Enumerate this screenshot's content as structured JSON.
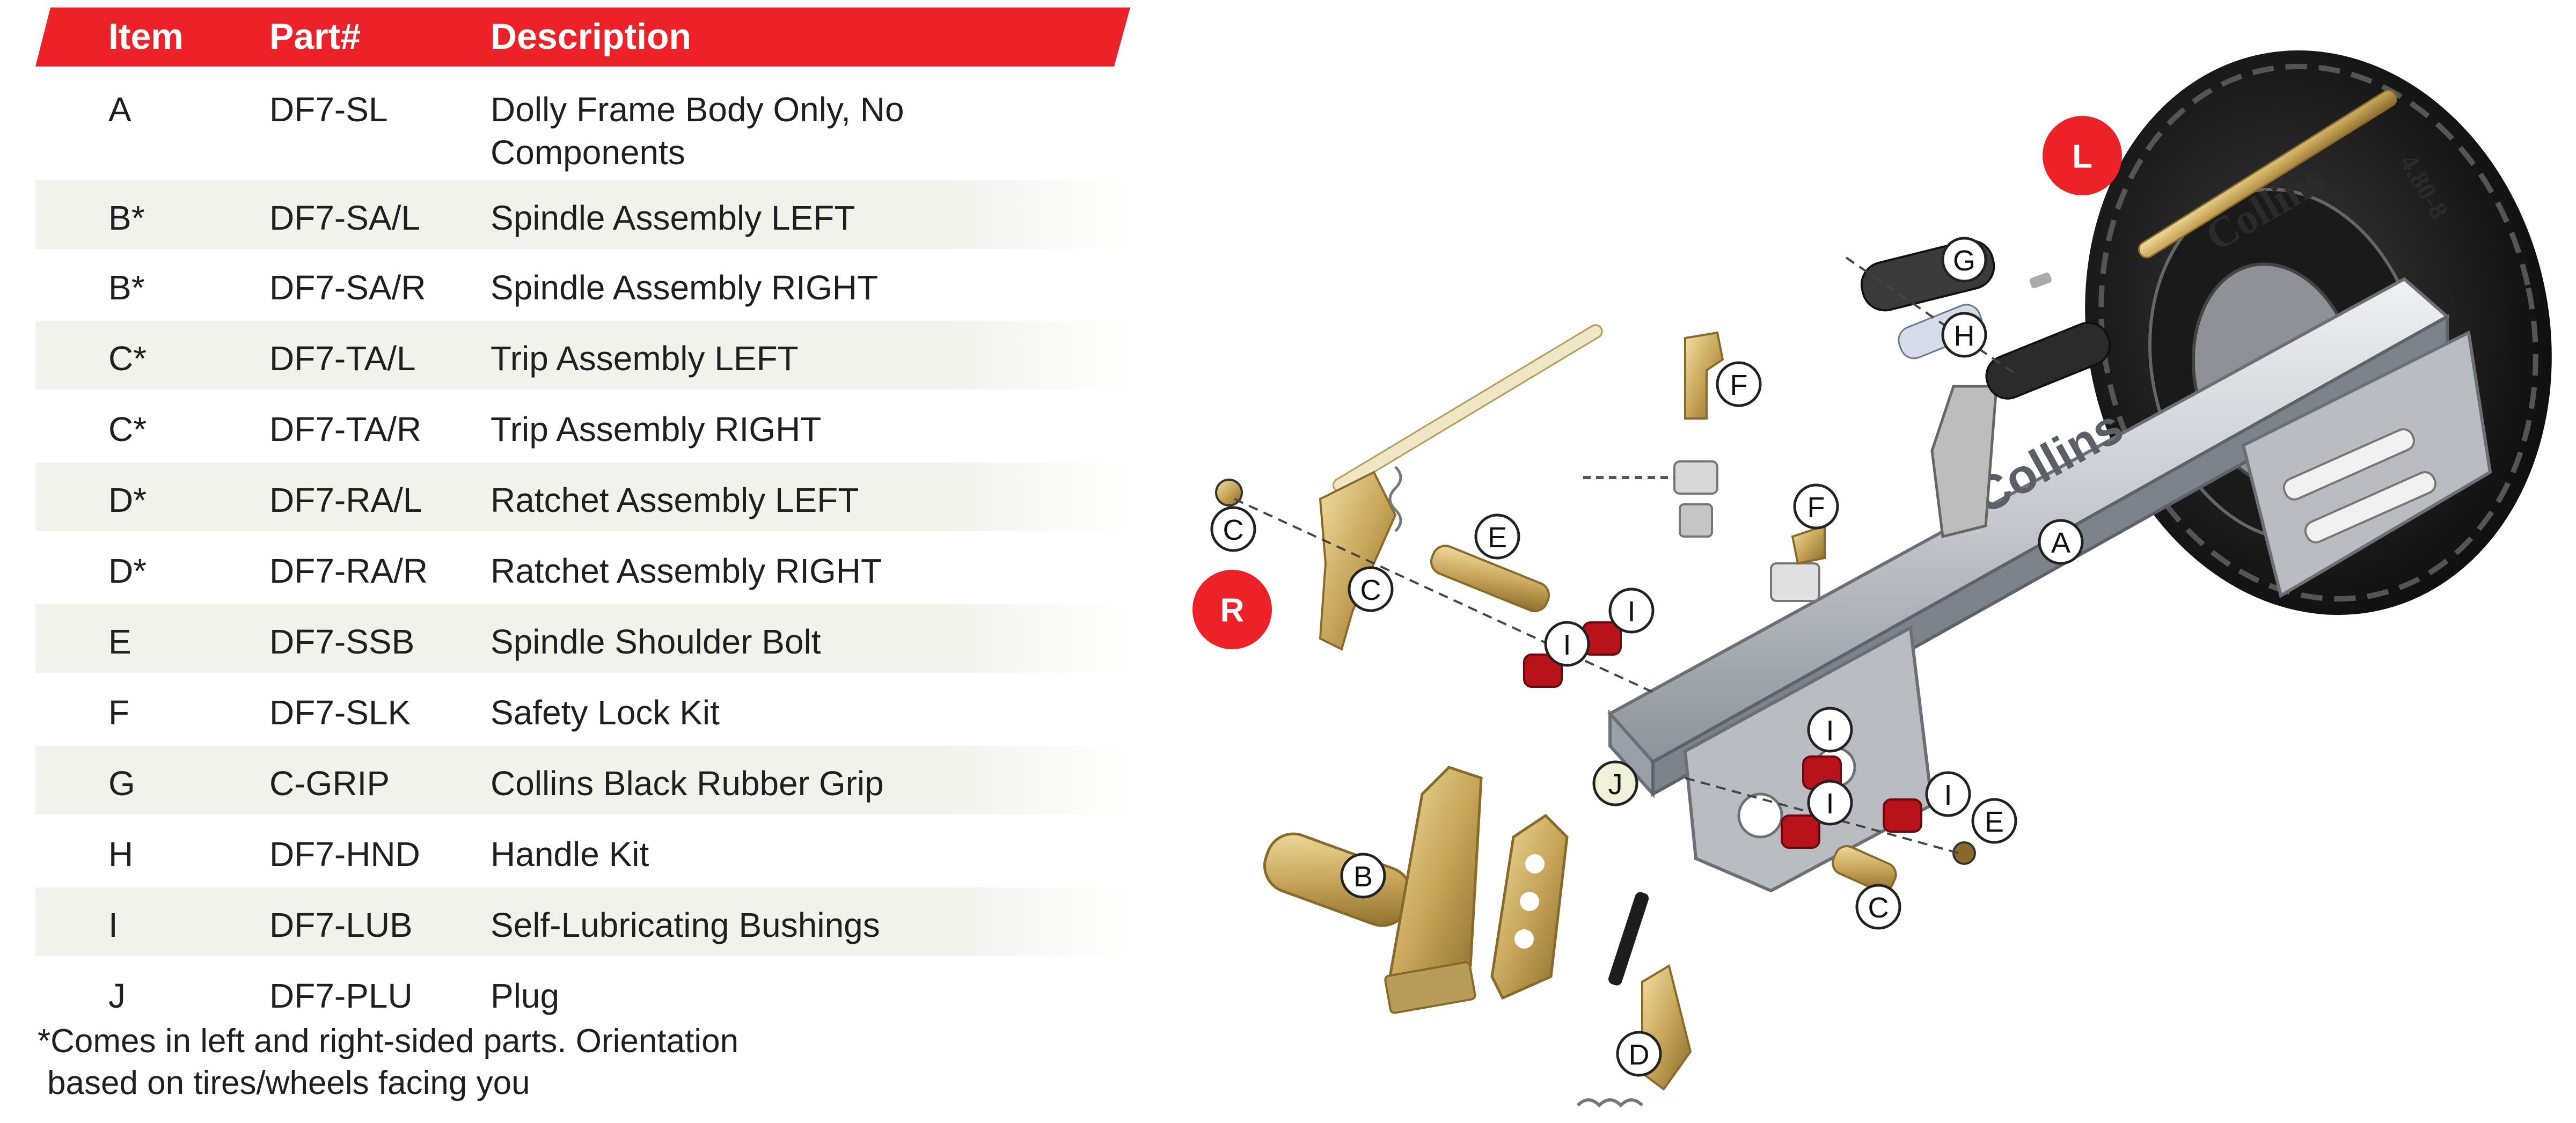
{
  "table": {
    "headers": {
      "item": "Item",
      "part": "Part#",
      "description": "Description"
    },
    "rows": [
      {
        "item": "A",
        "part": "DF7-SL",
        "description": "Dolly Frame Body Only, No Components"
      },
      {
        "item": "B*",
        "part": "DF7-SA/L",
        "description": "Spindle Assembly LEFT"
      },
      {
        "item": "B*",
        "part": "DF7-SA/R",
        "description": "Spindle Assembly RIGHT"
      },
      {
        "item": "C*",
        "part": "DF7-TA/L",
        "description": "Trip Assembly LEFT"
      },
      {
        "item": "C*",
        "part": "DF7-TA/R",
        "description": "Trip Assembly RIGHT"
      },
      {
        "item": "D*",
        "part": "DF7-RA/L",
        "description": "Ratchet Assembly LEFT"
      },
      {
        "item": "D*",
        "part": "DF7-RA/R",
        "description": "Ratchet Assembly RIGHT"
      },
      {
        "item": "E",
        "part": "DF7-SSB",
        "description": "Spindle Shoulder Bolt"
      },
      {
        "item": "F",
        "part": "DF7-SLK",
        "description": "Safety Lock Kit"
      },
      {
        "item": "G",
        "part": "C-GRIP",
        "description": "Collins Black Rubber Grip"
      },
      {
        "item": "H",
        "part": "DF7-HND",
        "description": "Handle Kit"
      },
      {
        "item": "I",
        "part": "DF7-LUB",
        "description": "Self-Lubricating Bushings"
      },
      {
        "item": "J",
        "part": "DF7-PLU",
        "description": "Plug"
      }
    ]
  },
  "footnote": {
    "line1": "*Comes in left and right-sided parts. Orientation",
    "line2": "based on tires/wheels facing you"
  },
  "diagram": {
    "side_badges": {
      "left": "L",
      "right": "R"
    },
    "tire_brand": "Collins",
    "tire_size": "4.80-8",
    "frame_brand": "Collins",
    "callouts": {
      "A": "A",
      "B": "B",
      "C_left": "C",
      "C_bolt": "C",
      "C_pin": "C",
      "D": "D",
      "E_pin": "E",
      "E_bolt": "E",
      "F_upper": "F",
      "F_lower": "F",
      "G": "G",
      "H": "H",
      "I_1": "I",
      "I_2": "I",
      "I_3": "I",
      "I_4": "I",
      "I_5": "I",
      "J": "J"
    },
    "colors": {
      "header_red": "#ec2228",
      "brass": "#c8a65a",
      "bushing_red": "#b8121b",
      "steel": "#c9ccd0"
    }
  }
}
